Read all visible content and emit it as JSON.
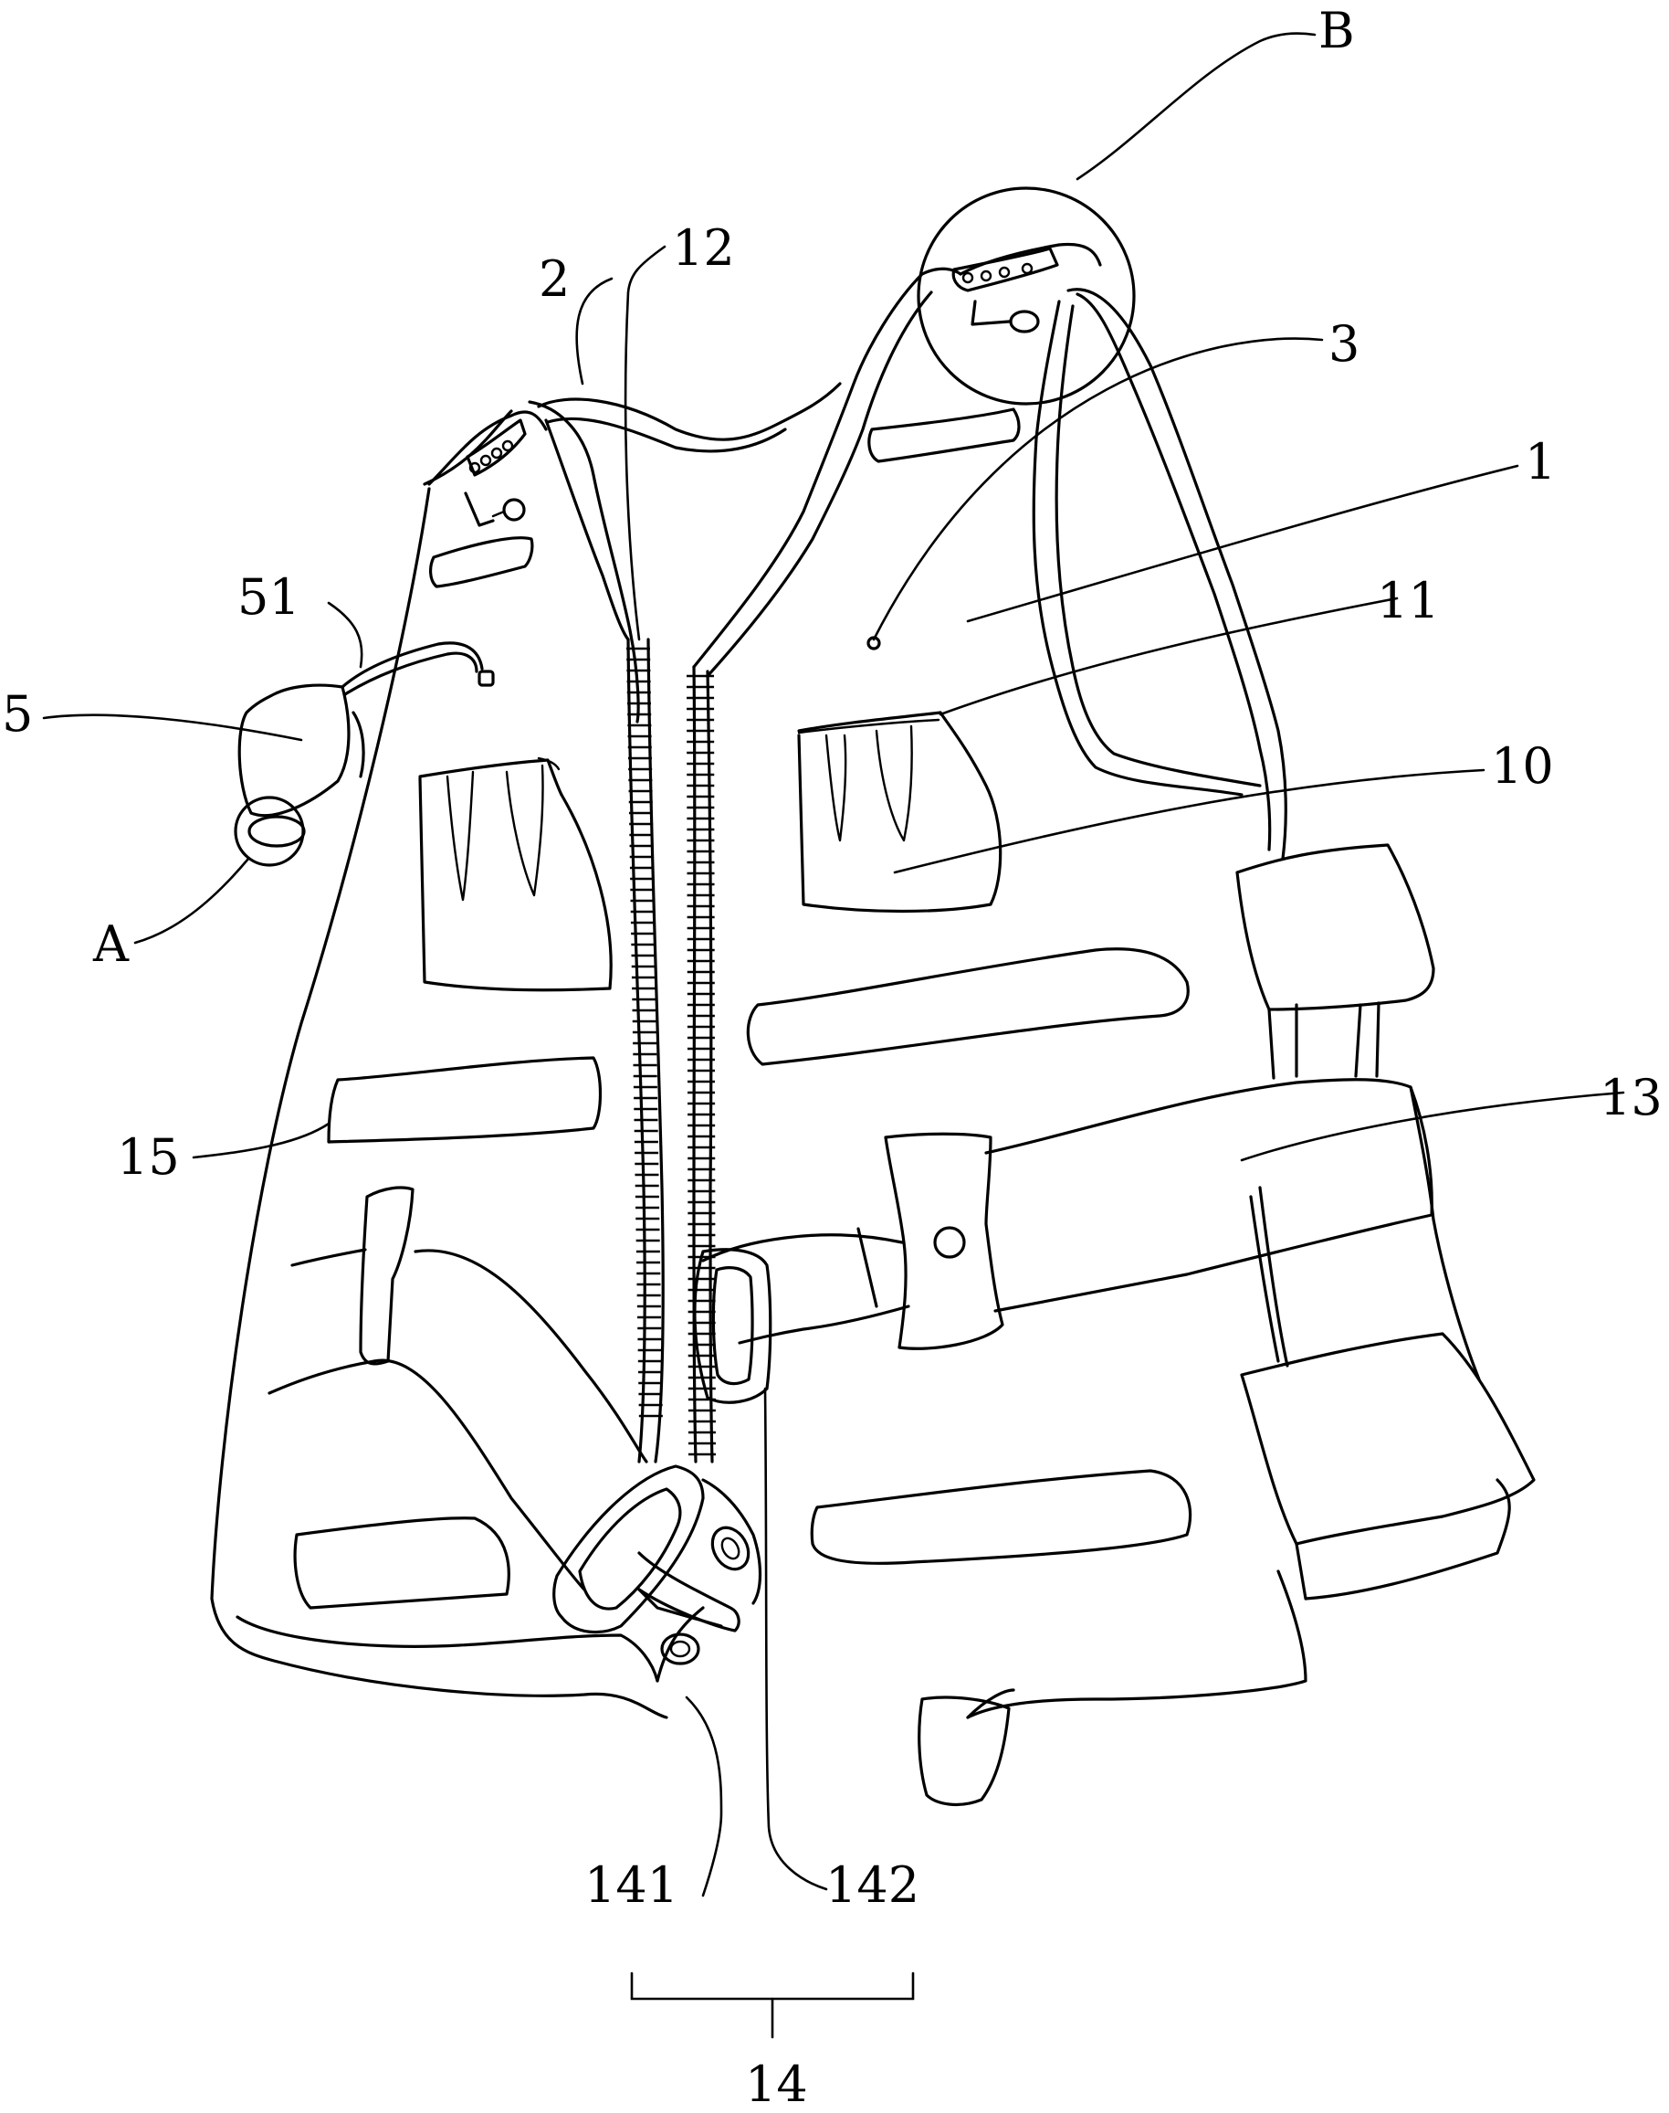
{
  "labels": {
    "b": "B",
    "n12": "12",
    "n2": "2",
    "n3": "3",
    "n1": "1",
    "n11": "11",
    "n10": "10",
    "n51": "51",
    "n5": "5",
    "a": "A",
    "n13": "13",
    "n15": "15",
    "n141": "141",
    "n142": "142",
    "n14": "14"
  }
}
